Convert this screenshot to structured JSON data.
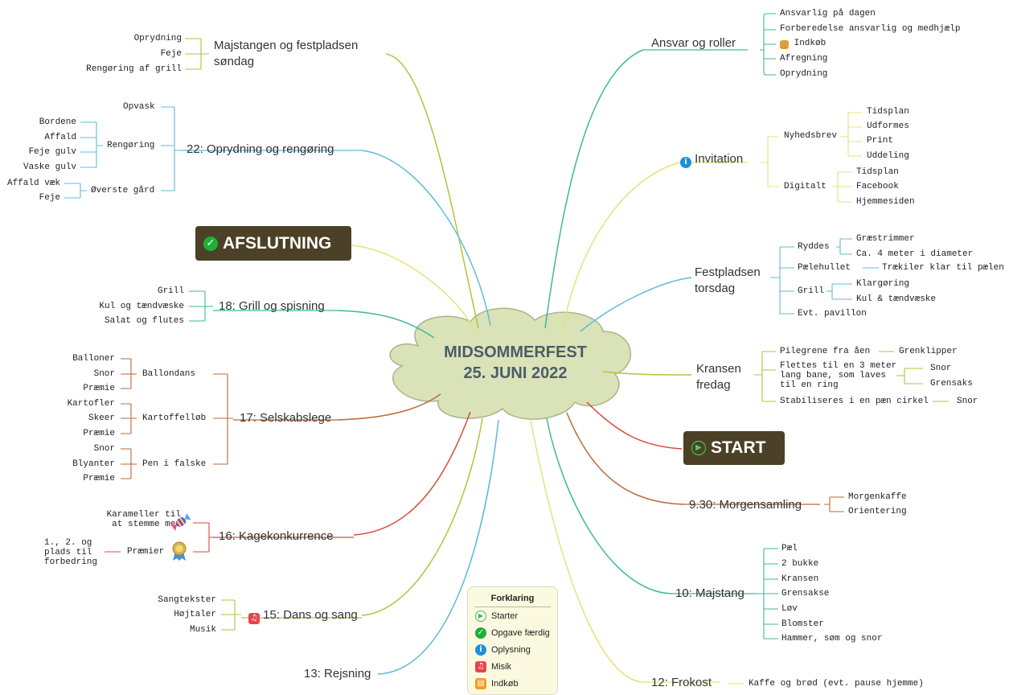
{
  "center": {
    "line1": "MIDSOMMERFEST",
    "line2": "25. JUNI 2022"
  },
  "banners": {
    "afslutning": "AFSLUTNING",
    "start": "START"
  },
  "right": {
    "ansvar": {
      "title": "Ansvar og roller",
      "items": [
        "Ansvarlig på dagen",
        "Forberedelse ansvarlig og medhjælp",
        "Indkøb",
        "Afregning",
        "Oprydning"
      ]
    },
    "invitation": {
      "title": "Invitation",
      "nyhedsbrev": "Nyhedsbrev",
      "nyhedsbrev_items": [
        "Tidsplan",
        "Udformes",
        "Print",
        "Uddeling"
      ],
      "digitalt": "Digitalt",
      "digitalt_items": [
        "Tidsplan",
        "Facebook",
        "Hjemmesiden"
      ]
    },
    "festpladsen": {
      "title1": "Festpladsen",
      "title2": "torsdag",
      "ryddes": "Ryddes",
      "ryddes_items": [
        "Græstrimmer",
        "Ca. 4 meter i diameter"
      ],
      "paelehullet": "Pælehullet",
      "paelehullet_item": "Trækiler klar til pælen",
      "grill": "Grill",
      "grill_items": [
        "Klargøring",
        "Kul & tændvæske"
      ],
      "pavillon": "Evt. pavillon"
    },
    "kransen": {
      "title1": "Kransen",
      "title2": "fredag",
      "pilegrene": "Pilegrene fra åen",
      "pilegrene_item": "Grenklipper",
      "flettes1": "Flettes til en 3 meter",
      "flettes2": "lang bane, som laves",
      "flettes3": "til en ring",
      "flettes_items": [
        "Snor",
        "Grensaks"
      ],
      "stabiliseres": "Stabiliseres i en pæn cirkel",
      "stabiliseres_item": "Snor"
    },
    "morgen": {
      "title": "9.30: Morgensamling",
      "items": [
        "Morgenkaffe",
        "Orientering"
      ]
    },
    "majstang": {
      "title": "10: Majstang",
      "items": [
        "Pæl",
        "2 bukke",
        "Kransen",
        "Grensakse",
        "Løv",
        "Blomster",
        "Hammer, søm og snor"
      ]
    },
    "frokost": {
      "title": "12: Frokost",
      "item": "Kaffe og brød (evt. pause hjemme)"
    }
  },
  "left": {
    "majstangen": {
      "title1": "Majstangen og festpladsen",
      "title2": "søndag",
      "items": [
        "Oprydning",
        "Feje",
        "Rengøring af grill"
      ]
    },
    "oprydning": {
      "title": "22: Oprydning og rengøring",
      "opvask": "Opvask",
      "rengoring": "Rengøring",
      "rengoring_items": [
        "Bordene",
        "Affald",
        "Feje gulv",
        "Vaske gulv"
      ],
      "overste": "Øverste gård",
      "overste_items": [
        "Affald væk",
        "Feje"
      ]
    },
    "grill": {
      "title": "18: Grill og spisning",
      "items": [
        "Grill",
        "Kul og tændvæske",
        "Salat og flutes"
      ]
    },
    "lege": {
      "title": "17: Selskabslege",
      "ballondans": "Ballondans",
      "ballon_items": [
        "Balloner",
        "Snor",
        "Præmie"
      ],
      "kartoffel": "Kartoffelløb",
      "kartoffel_items": [
        "Kartofler",
        "Skeer",
        "Præmie"
      ],
      "pen": "Pen i falske",
      "pen_items": [
        "Snor",
        "Blyanter",
        "Præmie"
      ]
    },
    "kage": {
      "title": "16: Kagekonkurrence",
      "karameller1": "Karameller til",
      "karameller2": "at stemme med",
      "praemier": "Præmier",
      "praemier_item1": "1., 2. og",
      "praemier_item2": "plads til",
      "praemier_item3": "forbedring"
    },
    "dans": {
      "title": "15: Dans og sang",
      "items": [
        "Sangtekster",
        "Højtaler",
        "Musik"
      ]
    },
    "rejsning": {
      "title": "13: Rejsning"
    }
  },
  "legend": {
    "title": "Forklaring",
    "items": [
      {
        "icon": "play-icon",
        "label": "Starter"
      },
      {
        "icon": "check-icon",
        "label": "Opgave færdig"
      },
      {
        "icon": "info-icon",
        "label": "Oplysning"
      },
      {
        "icon": "music-icon",
        "label": "Misik"
      },
      {
        "icon": "cart-icon",
        "label": "Indkøb"
      }
    ]
  },
  "colors": {
    "cloud": "#d9e3b7",
    "banner": "#4b4126",
    "teal": "#3fb8a0",
    "yellow": "#e8e07a",
    "cyan": "#5cbcd6",
    "brown": "#b86a3a",
    "red": "#d94a3a",
    "olive": "#b9bf3f"
  }
}
